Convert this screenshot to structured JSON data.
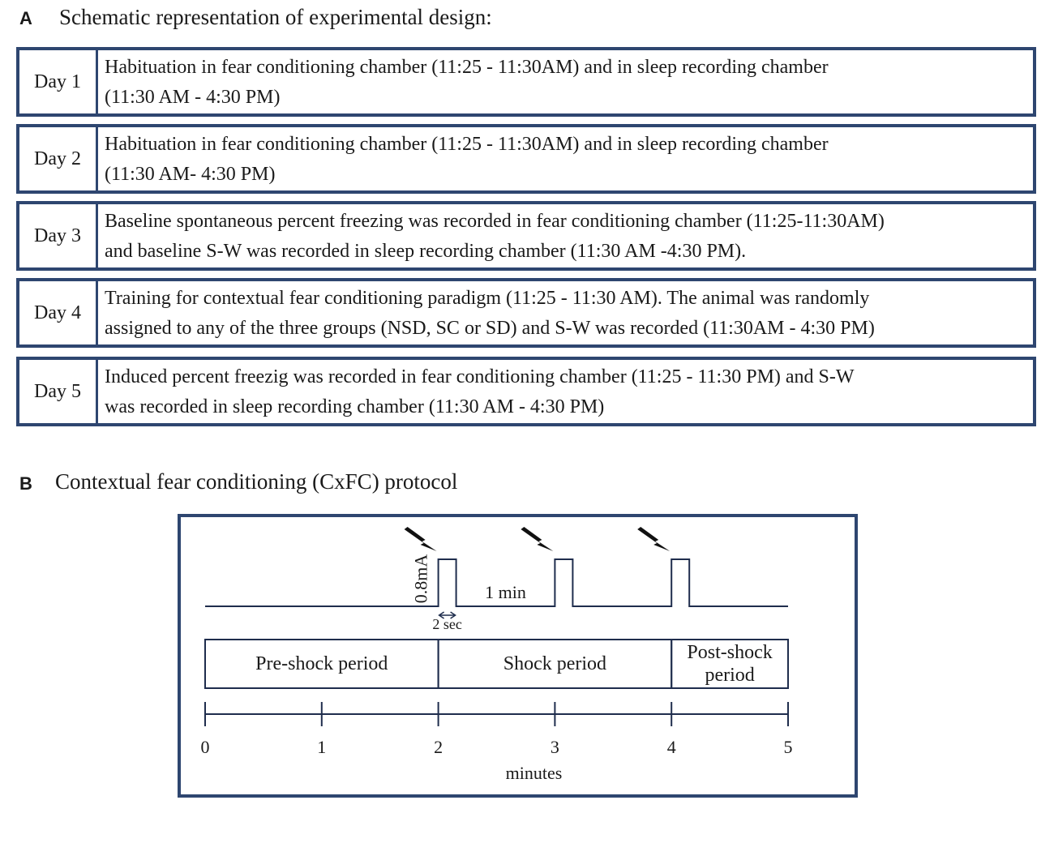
{
  "panel_a": {
    "letter": "A",
    "title": "Schematic representation of experimental design:",
    "days": [
      {
        "label": "Day 1",
        "line1": "Habituation in fear conditioning chamber (11:25 - 11:30AM) and in sleep recording chamber",
        "line2": "(11:30 AM - 4:30 PM)"
      },
      {
        "label": "Day 2",
        "line1": "Habituation in fear conditioning chamber (11:25 - 11:30AM) and in sleep recording chamber",
        "line2": "(11:30 AM- 4:30 PM)"
      },
      {
        "label": "Day 3",
        "line1": "Baseline spontaneous percent freezing was recorded in fear conditioning chamber (11:25-11:30AM)",
        "line2": "and baseline S-W was recorded in sleep recording chamber (11:30 AM -4:30 PM)."
      },
      {
        "label": "Day 4",
        "line1": "Training for contextual fear conditioning paradigm (11:25 - 11:30 AM). The animal was randomly",
        "line2": "assigned to any of the three groups (NSD, SC or SD) and S-W was recorded (11:30AM - 4:30 PM)"
      },
      {
        "label": "Day 5",
        "line1": "Induced  percent freezig was recorded in fear conditioning chamber (11:25 - 11:30 PM) and S-W",
        "line2": "was recorded in sleep recording chamber (11:30 AM - 4:30 PM)"
      }
    ]
  },
  "panel_b": {
    "letter": "B",
    "title": "Contextual fear conditioning (CxFC) protocol",
    "shock_amplitude_label": "0.8mA",
    "interval_label": "1 min",
    "duration_label": "2 sec",
    "shock_times_min": [
      2,
      3,
      4
    ],
    "periods": [
      {
        "lines": [
          "Pre-shock period"
        ],
        "start": 0,
        "end": 2
      },
      {
        "lines": [
          "Shock period"
        ],
        "start": 2,
        "end": 4
      },
      {
        "lines": [
          "Post-shock",
          "period"
        ],
        "start": 4,
        "end": 5
      }
    ],
    "axis": {
      "min": 0,
      "max": 5,
      "ticks": [
        "0",
        "1",
        "2",
        "3",
        "4",
        "5"
      ],
      "label": "minutes"
    },
    "colors": {
      "frame": "#2e4670",
      "line": "#1f2d4d",
      "bolt": "#111111"
    }
  }
}
